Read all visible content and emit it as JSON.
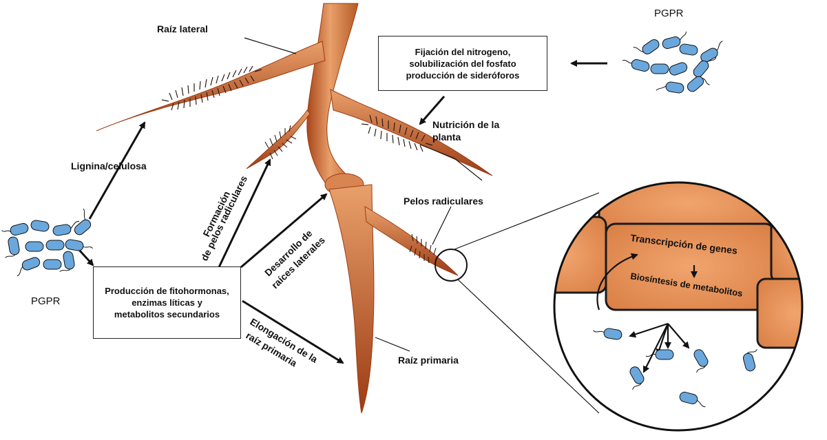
{
  "labels": {
    "lateral_root": "Raíz lateral",
    "pgpr_top": "PGPR",
    "pgpr_left": "PGPR",
    "lignin": "Lignina/celulosa",
    "nutrition_1": "Nutrición de la",
    "nutrition_2": "planta",
    "root_hairs": "Pelos radiculares",
    "primary_root": "Raíz primaria",
    "hair_formation_1": "Formación",
    "hair_formation_2": "de pelos radiculares",
    "lateral_dev_1": "Desarrollo de",
    "lateral_dev_2": "raíces laterales",
    "elongation_1": "Elongación de la",
    "elongation_2": "raíz primaria",
    "transcription": "Transcripción de genes",
    "biosynthesis": "Biosíntesis de metabolitos"
  },
  "boxes": {
    "top": [
      "Fijación del nitrogeno,",
      "solubilización del fosfato",
      "producción de sideróforos"
    ],
    "left": [
      "Producción de fitohormonas,",
      "enzimas líticas y",
      "metabolitos secundarios"
    ]
  },
  "colors": {
    "root_light": "#e9a06a",
    "root_dark": "#b24a1c",
    "bacteria": "#6aa7dc",
    "cell": "#e8955c",
    "cell_border": "#1a1a1a",
    "hairs": "#2a1a14"
  }
}
